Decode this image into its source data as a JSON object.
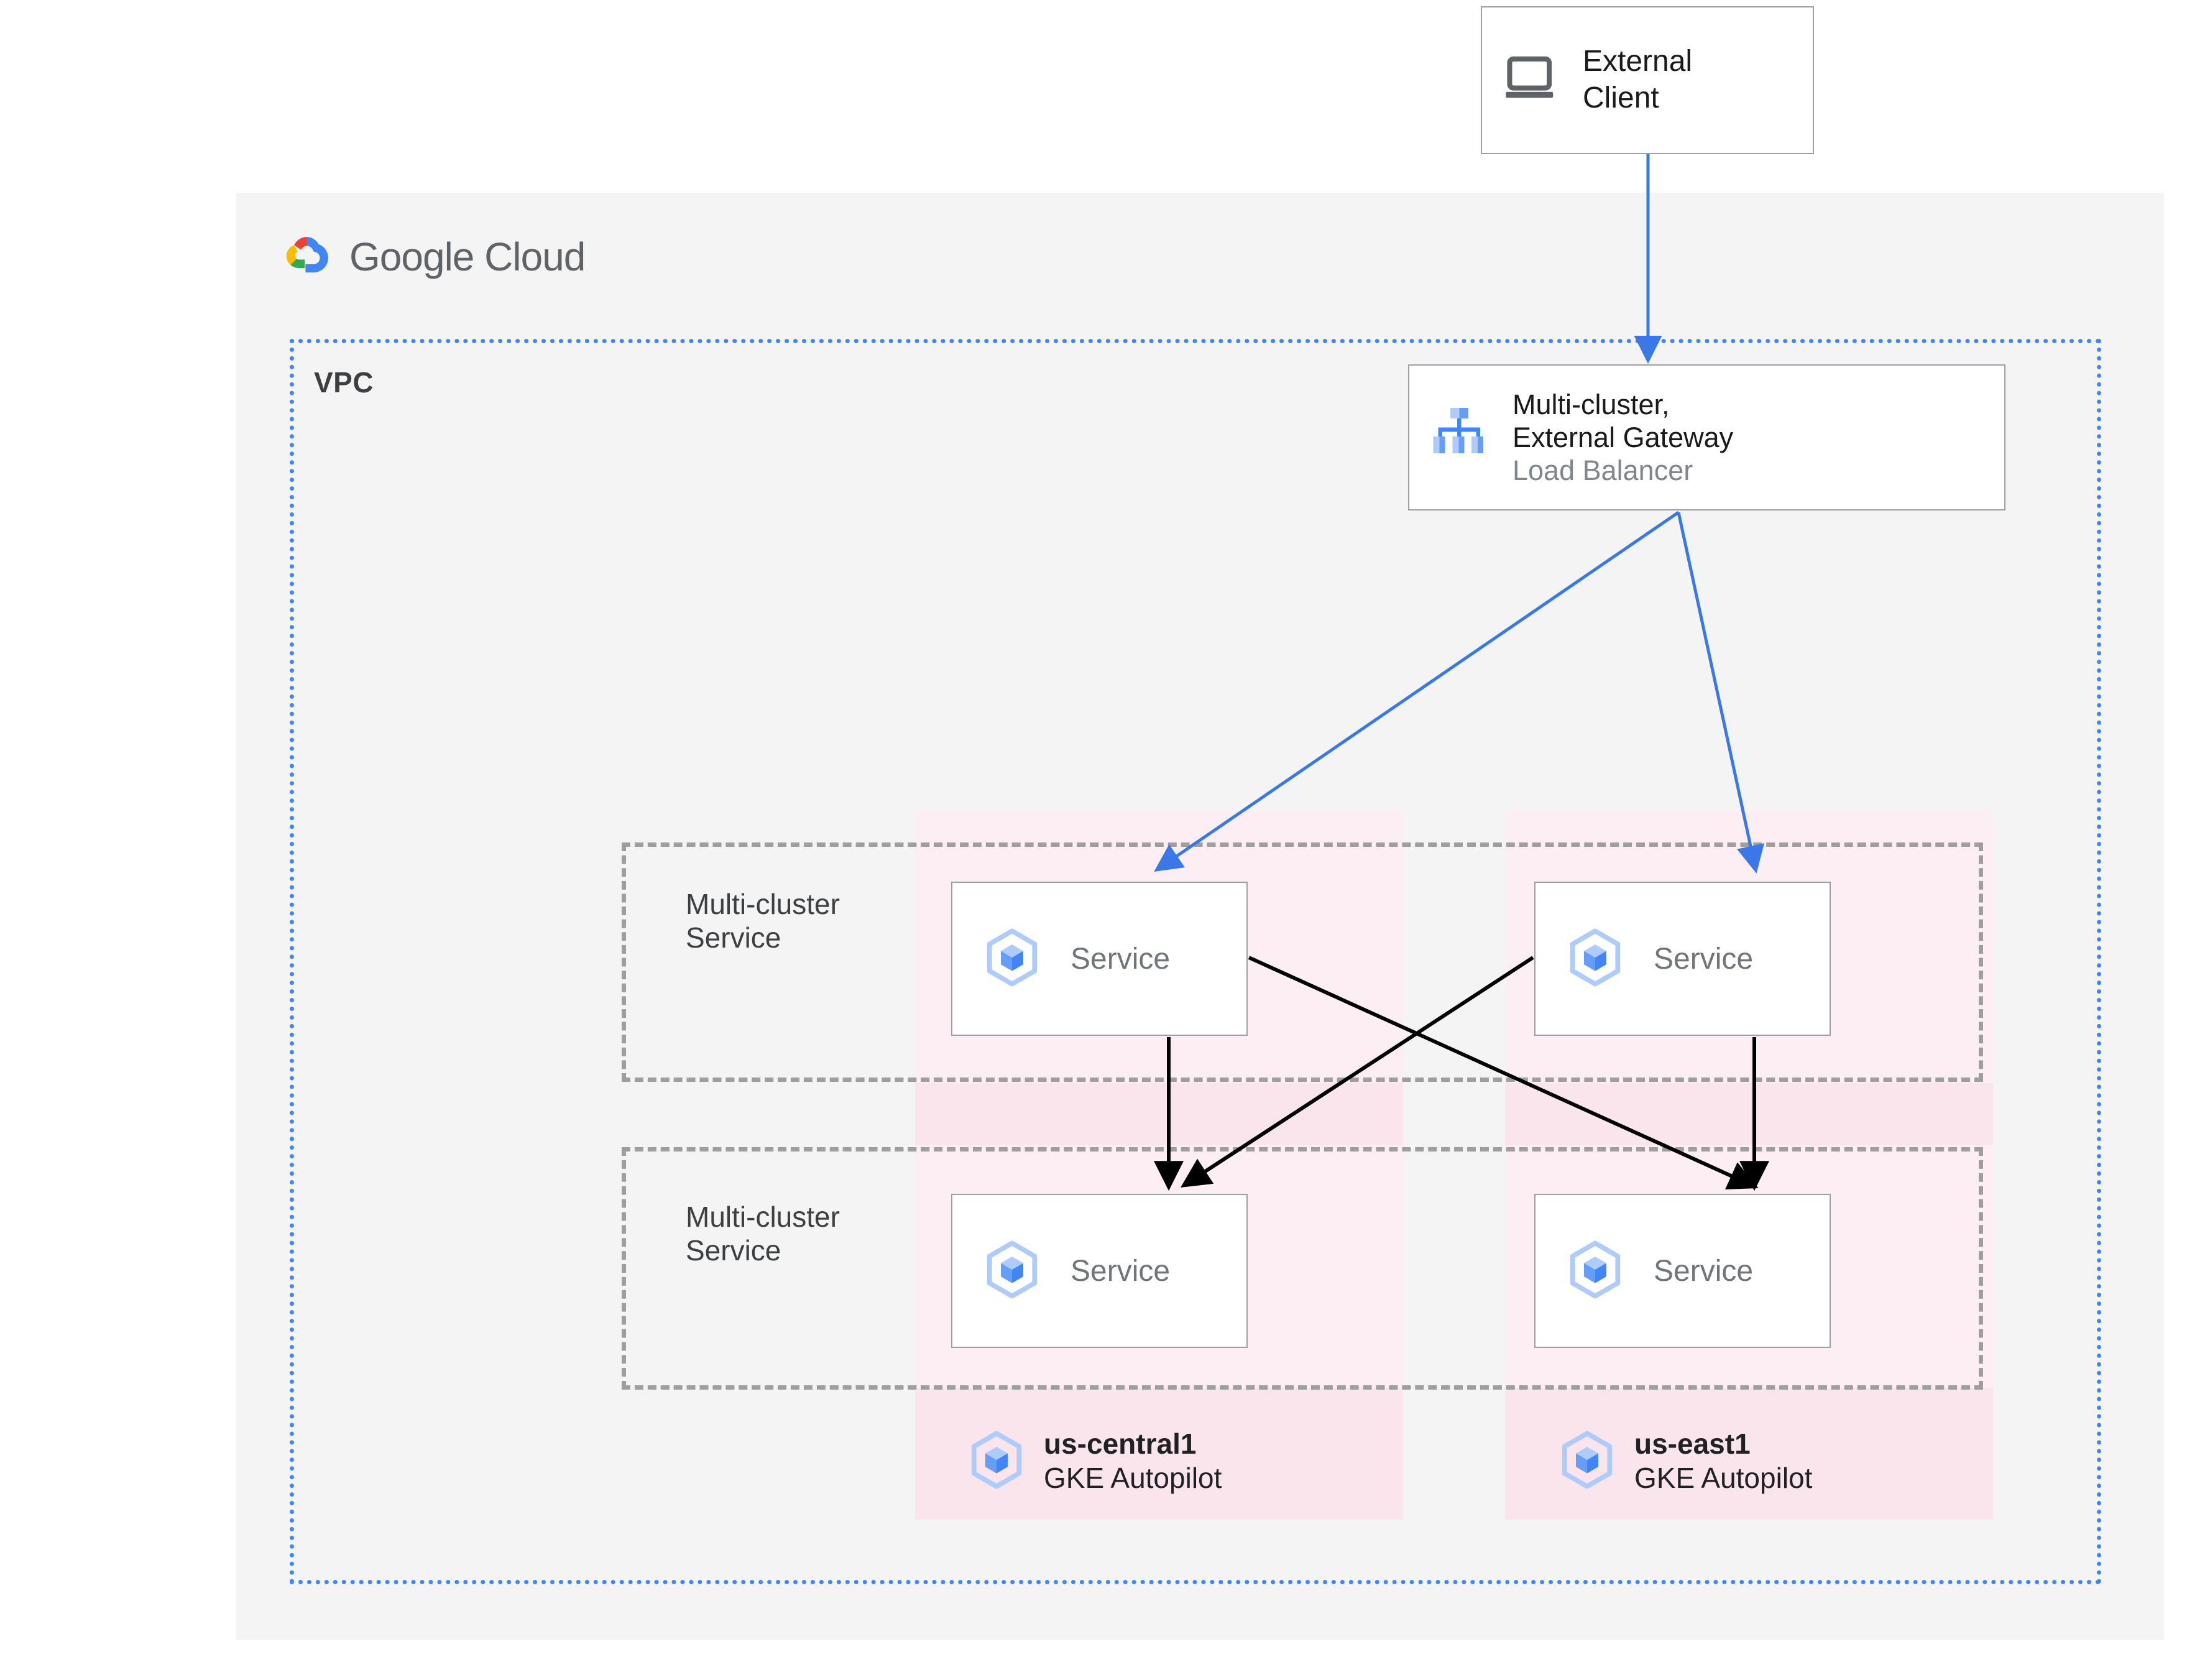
{
  "diagram": {
    "title": "Google Cloud multi-cluster external gateway architecture",
    "colors": {
      "panel_bg": "#f4f4f4",
      "vpc_border": "#4285f4",
      "cluster_pink": "#fbe5ec",
      "cluster_pink_light": "#fdeef3",
      "dashed_gray": "#9e9e9e",
      "arrow_blue": "#4285f4",
      "arrow_black": "#000000",
      "icon_blue_dark": "#4285f4",
      "icon_blue_light": "#aecbfa",
      "text_dark": "#202124",
      "text_muted": "#80868b"
    }
  },
  "brand": {
    "name": "Google Cloud",
    "logo_icon": "google-cloud-logo-icon"
  },
  "external_client": {
    "label": "External\nClient",
    "line1": "External",
    "line2": "Client",
    "icon": "laptop-icon"
  },
  "vpc": {
    "label": "VPC"
  },
  "load_balancer": {
    "title_line1": "Multi-cluster,",
    "title_line2": "External Gateway",
    "subtitle": "Load Balancer",
    "icon": "load-balancer-icon"
  },
  "mcs_groups": [
    {
      "label_line1": "Multi-cluster",
      "label_line2": "Service"
    },
    {
      "label_line1": "Multi-cluster",
      "label_line2": "Service"
    }
  ],
  "services": [
    {
      "label": "Service",
      "icon": "gke-service-icon",
      "cluster": "us-central1",
      "group": 0
    },
    {
      "label": "Service",
      "icon": "gke-service-icon",
      "cluster": "us-east1",
      "group": 0
    },
    {
      "label": "Service",
      "icon": "gke-service-icon",
      "cluster": "us-central1",
      "group": 1
    },
    {
      "label": "Service",
      "icon": "gke-service-icon",
      "cluster": "us-east1",
      "group": 1
    }
  ],
  "clusters": [
    {
      "name": "us-central1",
      "type": "GKE Autopilot",
      "icon": "gke-cluster-icon"
    },
    {
      "name": "us-east1",
      "type": "GKE Autopilot",
      "icon": "gke-cluster-icon"
    }
  ],
  "connections": [
    {
      "from": "External Client",
      "to": "Multi-cluster, External Gateway",
      "color": "blue"
    },
    {
      "from": "Multi-cluster, External Gateway",
      "to": "us-central1 Service (group 1)",
      "color": "blue"
    },
    {
      "from": "Multi-cluster, External Gateway",
      "to": "us-east1 Service (group 1)",
      "color": "blue"
    },
    {
      "from": "us-central1 Service (group 1)",
      "to": "us-central1 Service (group 2)",
      "color": "black"
    },
    {
      "from": "us-central1 Service (group 1)",
      "to": "us-east1 Service (group 2)",
      "color": "black"
    },
    {
      "from": "us-east1 Service (group 1)",
      "to": "us-central1 Service (group 2)",
      "color": "black"
    }
  ]
}
